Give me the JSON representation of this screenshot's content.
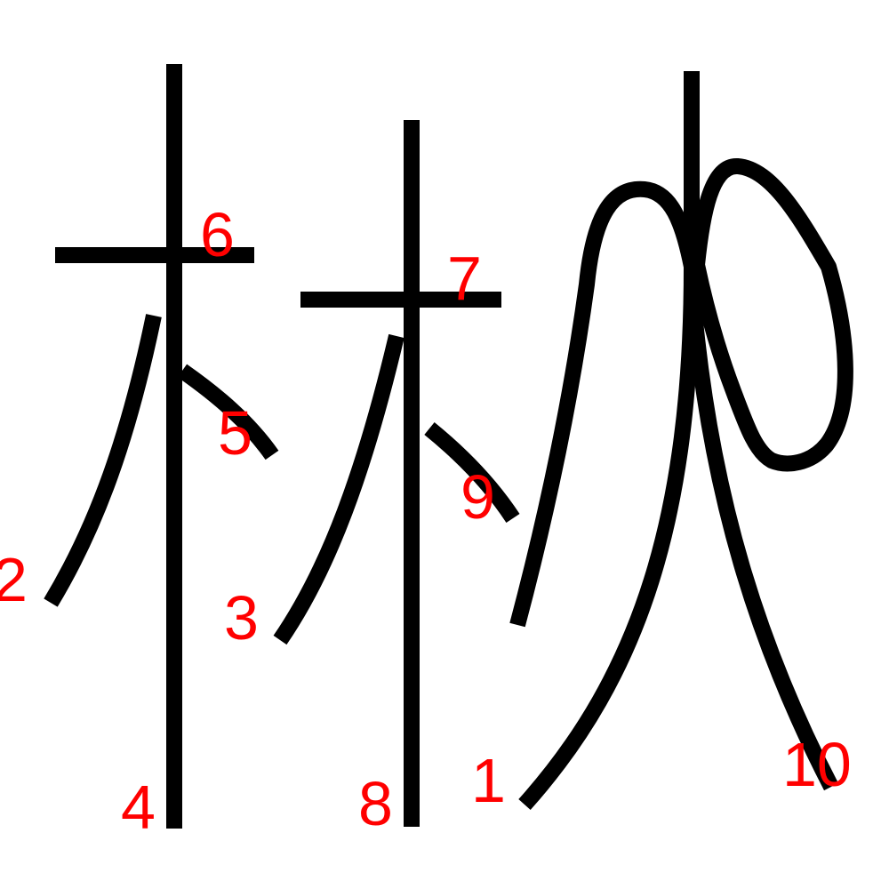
{
  "diagram": {
    "stroke_color": "#000000",
    "label_color": "#ff0000",
    "strokes": [
      {
        "number": "1"
      },
      {
        "number": "2"
      },
      {
        "number": "3"
      },
      {
        "number": "4"
      },
      {
        "number": "5"
      },
      {
        "number": "6"
      },
      {
        "number": "7"
      },
      {
        "number": "8"
      },
      {
        "number": "9"
      },
      {
        "number": "10"
      }
    ]
  }
}
